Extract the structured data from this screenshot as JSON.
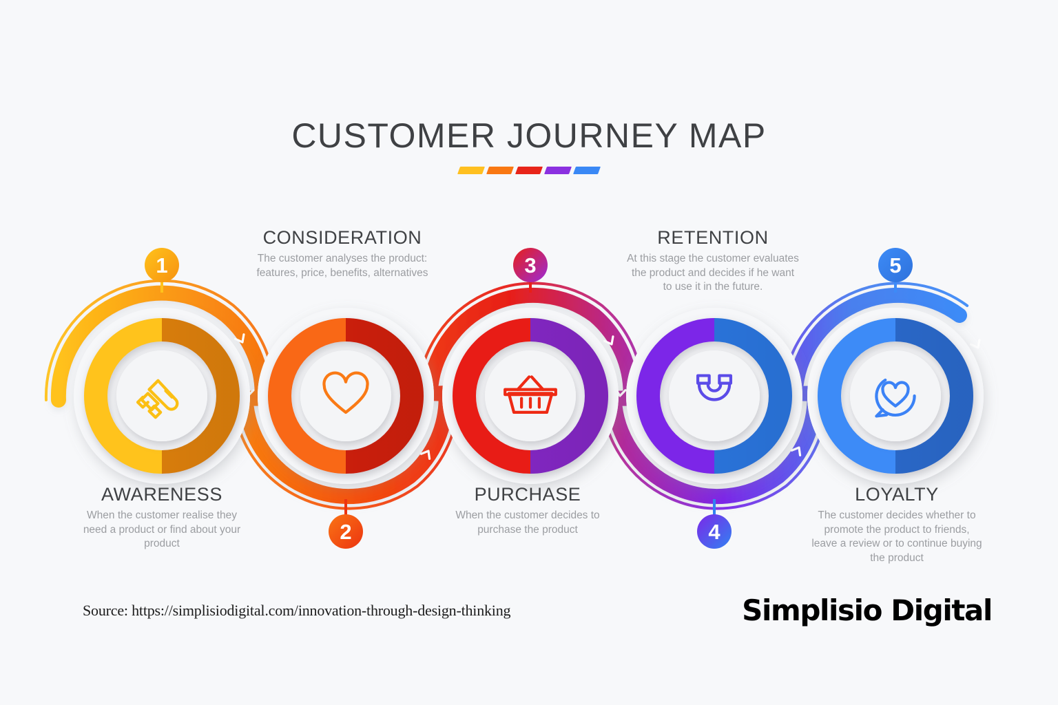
{
  "header": {
    "title": "CUSTOMER JOURNEY MAP",
    "accent_bars": [
      "#FFC020",
      "#F97812",
      "#E8251A",
      "#8B31E0",
      "#3A88F5"
    ]
  },
  "stages": [
    {
      "number": "1",
      "title": "AWARENESS",
      "description": "When the customer realise they need a product or find about your product",
      "icon": "megaphone-icon",
      "icon_color": "#FBBF14",
      "ring_from": "#FFC31C",
      "ring_to": "#EF8A0D",
      "badge_from": "#FFC21B",
      "badge_to": "#F79210",
      "label_position": "bottom"
    },
    {
      "number": "2",
      "title": "CONSIDERATION",
      "description": "The customer analyses the product: features, price, benefits, alternatives",
      "icon": "heart-icon",
      "icon_color": "#FA7A15",
      "ring_from": "#F96715",
      "ring_to": "#E02310",
      "badge_from": "#FA7415",
      "badge_to": "#EC3410",
      "label_position": "top"
    },
    {
      "number": "3",
      "title": "PURCHASE",
      "description": "When the customer decides to purchase the product",
      "icon": "basket-icon",
      "icon_color": "#EE2A14",
      "ring_from": "#E81F18",
      "ring_to": "#8E2BD4",
      "badge_from": "#E81F18",
      "badge_to": "#9B2BD8",
      "label_position": "bottom"
    },
    {
      "number": "4",
      "title": "RETENTION",
      "description": "At this stage the customer evaluates the product and decides if he want to use it in the future.",
      "icon": "magnet-icon",
      "icon_color": "#5B4BE8",
      "ring_from": "#7B28E8",
      "ring_to": "#2F7FF0",
      "badge_from": "#7B28E8",
      "badge_to": "#3281F2",
      "label_position": "top"
    },
    {
      "number": "5",
      "title": "LOYALTY",
      "description": "The customer decides whether to promote the product to friends, leave a review or to continue buying the product",
      "icon": "chat-heart-icon",
      "icon_color": "#3B82F6",
      "ring_from": "#3D8BF7",
      "ring_to": "#2E72DC",
      "badge_from": "#3D8BF7",
      "badge_to": "#2E72DC",
      "label_position": "bottom"
    }
  ],
  "footer": {
    "source": "Source: https://simplisiodigital.com/innovation-through-design-thinking",
    "brand": "Simplisio Digital"
  }
}
